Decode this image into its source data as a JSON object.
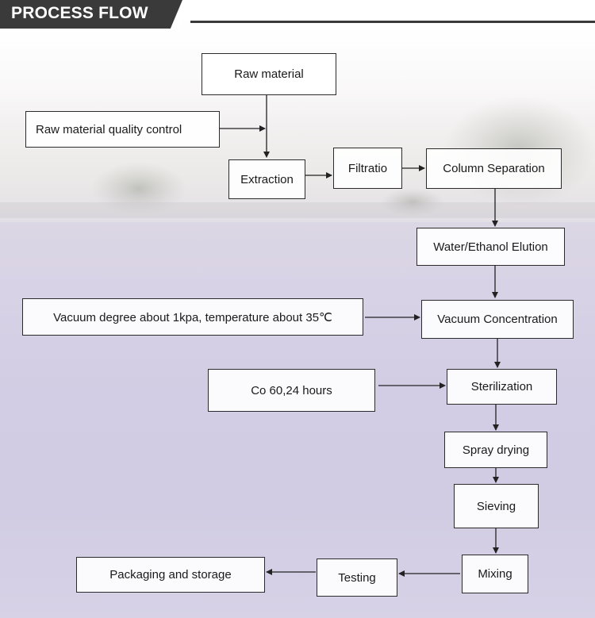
{
  "header": {
    "title": "PROCESS FLOW"
  },
  "flow": {
    "raw_material": "Raw material",
    "quality_control": "Raw material quality control",
    "extraction": "Extraction",
    "filtration": "Filtratio",
    "column_separation": "Column Separation",
    "elution": "Water/Ethanol Elution",
    "vacuum_condition": "Vacuum degree about 1kpa, temperature about 35℃",
    "vacuum_concentration": "Vacuum Concentration",
    "sterilization_condition": "Co 60,24 hours",
    "sterilization": "Sterilization",
    "spray_drying": "Spray drying",
    "sieving": "Sieving",
    "mixing": "Mixing",
    "testing": "Testing",
    "packaging": "Packaging and storage"
  }
}
